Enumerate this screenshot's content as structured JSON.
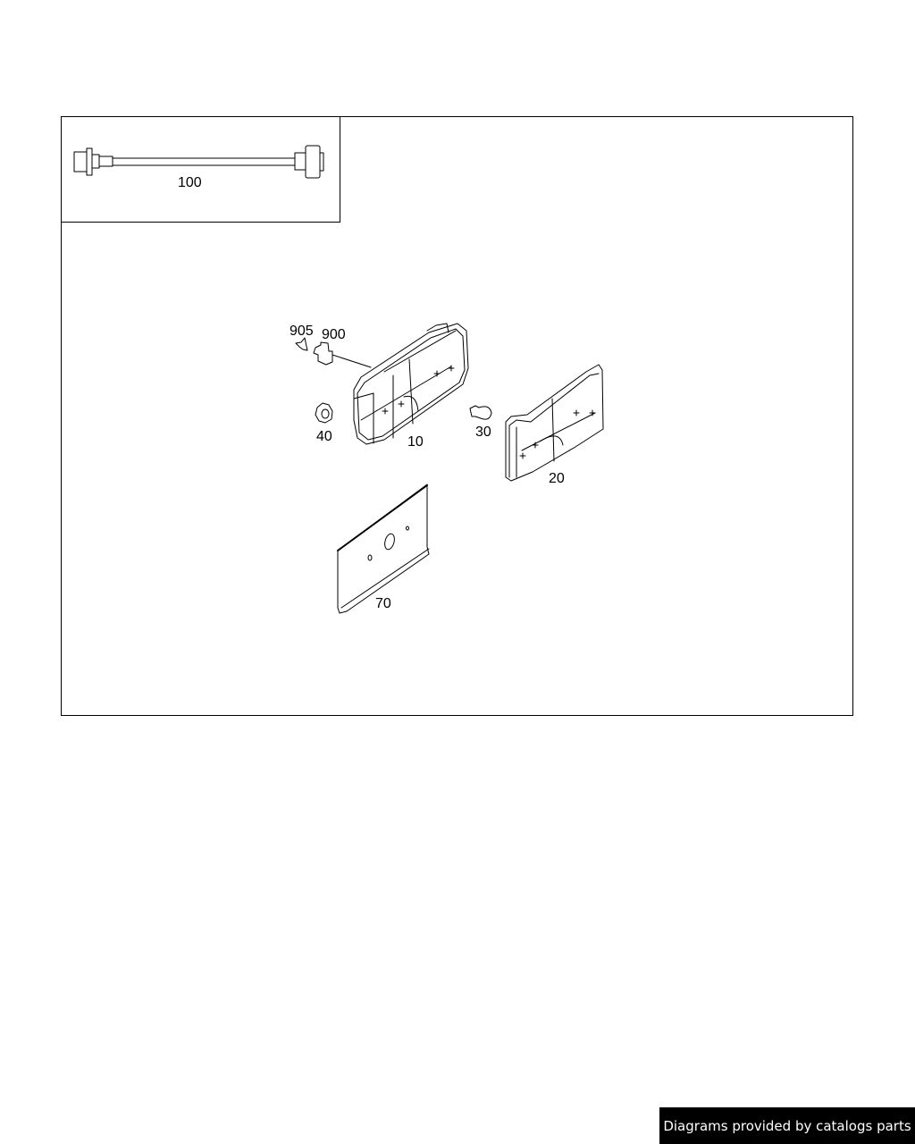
{
  "diagram": {
    "type": "exploded-parts-diagram",
    "inset": {
      "callout": "100",
      "part": "wiring-harness-cable"
    },
    "callouts": [
      {
        "id": "905",
        "part": "screw"
      },
      {
        "id": "900",
        "part": "connector"
      },
      {
        "id": "40",
        "part": "nut"
      },
      {
        "id": "10",
        "part": "tail-lamp-housing-left"
      },
      {
        "id": "30",
        "part": "bulb"
      },
      {
        "id": "20",
        "part": "tail-lamp-lens"
      },
      {
        "id": "70",
        "part": "mounting-plate"
      }
    ]
  },
  "footer": {
    "banner_text": "Diagrams provided by catalogs parts"
  },
  "colors": {
    "line": "#000000",
    "background": "#ffffff",
    "banner_bg": "#000000",
    "banner_text": "#ffffff"
  }
}
